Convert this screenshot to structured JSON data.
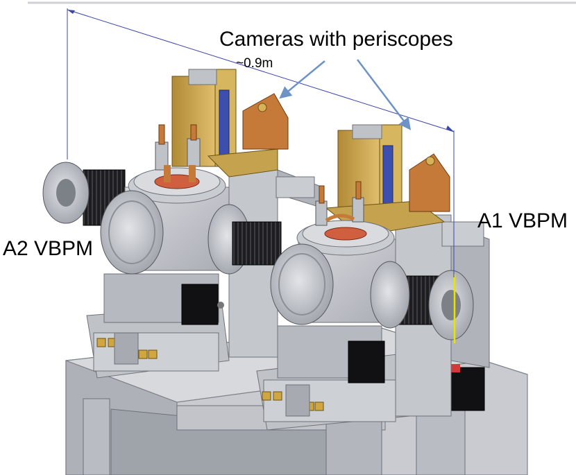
{
  "labels": {
    "cameras": "Cameras with periscopes",
    "dimension": "~0.9m",
    "a1": "A1 VBPM",
    "a2": "A2 VBPM"
  },
  "colors": {
    "steel": "#c4c6cb",
    "steel_dark": "#8f939a",
    "brass": "#c9a347",
    "copper": "#c67a3a",
    "bellows": "#1e1e20",
    "rule_line": "#3b46a8",
    "arrow": "#6d93c6",
    "beam_line": "#e8e600"
  }
}
